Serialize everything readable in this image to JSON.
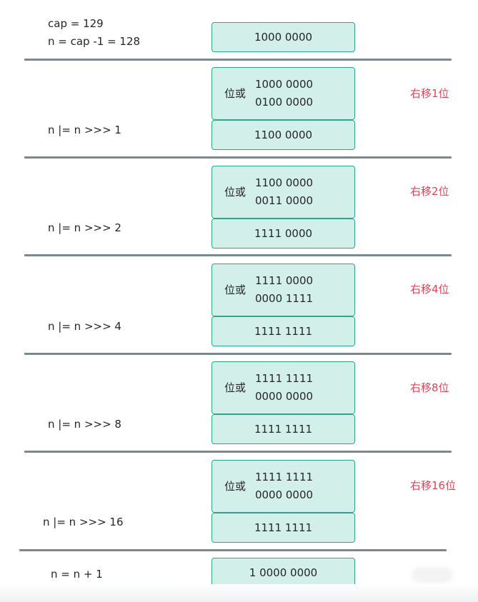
{
  "colors": {
    "box_fill": "#d3efea",
    "box_border": "#2aa889",
    "divider": "#7d8791",
    "shift_text": "#e0455a"
  },
  "header": {
    "line1": "cap = 129",
    "line2": "n = cap -1 = 128",
    "value": "1000 0000"
  },
  "steps": [
    {
      "expr": "n |= n >>> 1",
      "op": "位或",
      "a": "1000 0000",
      "b": "0100 0000",
      "result": "1100 0000",
      "shift": "右移1位"
    },
    {
      "expr": "n |= n >>> 2",
      "op": "位或",
      "a": "1100 0000",
      "b": "0011 0000",
      "result": "1111 0000",
      "shift": "右移2位"
    },
    {
      "expr": "n |= n >>> 4",
      "op": "位或",
      "a": "1111 0000",
      "b": "0000 1111",
      "result": "1111 1111",
      "shift": "右移4位"
    },
    {
      "expr": "n |= n >>> 8",
      "op": "位或",
      "a": "1111 1111",
      "b": "0000 0000",
      "result": "1111 1111",
      "shift": "右移8位"
    },
    {
      "expr": "n |= n >>> 16",
      "op": "位或",
      "a": "1111 1111",
      "b": "0000 0000",
      "result": "1111 1111",
      "shift": "右移16位"
    }
  ],
  "final": {
    "expr": "n = n + 1",
    "value": "1 0000 0000"
  }
}
